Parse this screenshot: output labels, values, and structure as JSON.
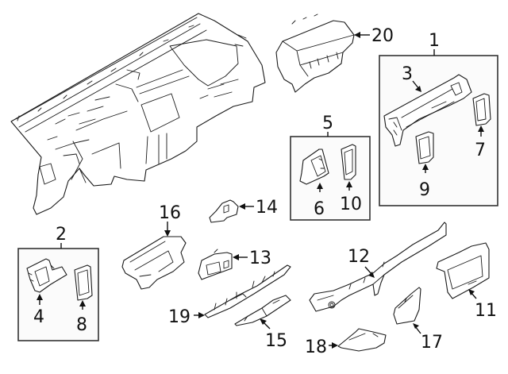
{
  "diagram": {
    "title": "Instrument panel components exploded parts diagram",
    "colors": {
      "line": "#1a1a1a",
      "background": "#ffffff",
      "box_fill": "#fbfbfb",
      "box_border": "#333333"
    },
    "groups": [
      {
        "id": "group-1",
        "label": "1",
        "contains": [
          "3",
          "7",
          "9"
        ]
      },
      {
        "id": "group-2",
        "label": "2",
        "contains": [
          "4",
          "8"
        ]
      },
      {
        "id": "group-5",
        "label": "5",
        "contains": [
          "6",
          "10"
        ]
      }
    ],
    "callouts": [
      {
        "number": "1",
        "part": "upper panel assembly (group)"
      },
      {
        "number": "2",
        "part": "left trim assembly (group)"
      },
      {
        "number": "3",
        "part": "upper trim bezel"
      },
      {
        "number": "4",
        "part": "left switch bezel"
      },
      {
        "number": "5",
        "part": "right vent assembly (group)"
      },
      {
        "number": "6",
        "part": "right vent housing"
      },
      {
        "number": "7",
        "part": "right vent seal"
      },
      {
        "number": "8",
        "part": "left vent seal"
      },
      {
        "number": "9",
        "part": "center vent seal"
      },
      {
        "number": "10",
        "part": "vent seal"
      },
      {
        "number": "11",
        "part": "display bezel"
      },
      {
        "number": "12",
        "part": "lower center trim"
      },
      {
        "number": "13",
        "part": "switch bracket"
      },
      {
        "number": "14",
        "part": "mounting bracket"
      },
      {
        "number": "15",
        "part": "lower trim strip"
      },
      {
        "number": "16",
        "part": "cluster bezel"
      },
      {
        "number": "17",
        "part": "side cover"
      },
      {
        "number": "18",
        "part": "end cover"
      },
      {
        "number": "19",
        "part": "lower dash trim"
      },
      {
        "number": "20",
        "part": "passenger airbag"
      }
    ]
  }
}
